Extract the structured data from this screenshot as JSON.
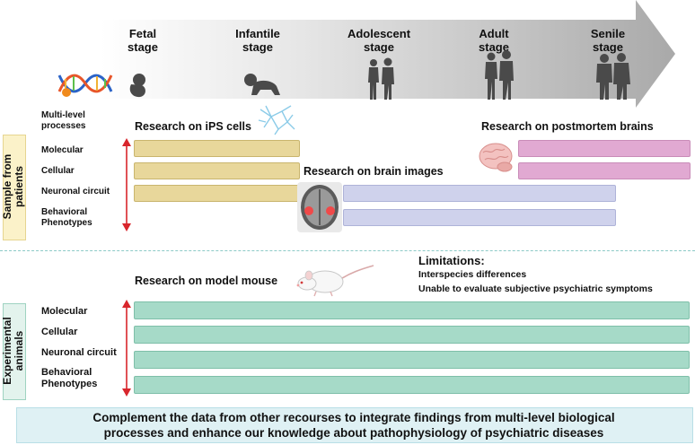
{
  "timeline": {
    "stages": [
      {
        "line1": "Fetal",
        "line2": "stage"
      },
      {
        "line1": "Infantile",
        "line2": "stage"
      },
      {
        "line1": "Adolescent",
        "line2": "stage"
      },
      {
        "line1": "Adult",
        "line2": "stage"
      },
      {
        "line1": "Senile",
        "line2": "stage"
      }
    ]
  },
  "patients": {
    "side_label_1": "Sample from",
    "side_label_2": "patients",
    "processes_header_1": "Multi-level",
    "processes_header_2": "processes",
    "levels": [
      "Molecular",
      "Cellular",
      "Neuronal circuit",
      "Behavioral",
      "Phenotypes"
    ],
    "ips_title": "Research on iPS cells",
    "postmortem_title": "Research on postmortem brains",
    "brain_images_title": "Research on brain images"
  },
  "animals": {
    "side_label_1": "Experimental",
    "side_label_2": "animals",
    "mouse_title": "Research on model mouse",
    "limitations_title": "Limitations:",
    "limitation_1": "Interspecies differences",
    "limitation_2": "Unable to evaluate subjective psychiatric symptoms",
    "levels": [
      "Molecular",
      "Cellular",
      "Neuronal circuit",
      "Behavioral",
      "Phenotypes"
    ]
  },
  "conclusion": {
    "line1": "Complement the data from other recourses to integrate findings from multi-level biological",
    "line2": "processes and enhance our knowledge about pathophysiology of psychiatric diseases"
  },
  "colors": {
    "ips": "#e8d79b",
    "postmortem": "#e1a9d2",
    "brain_images": "#cfd2ec",
    "mouse": "#a6dac8",
    "arrow": "#d8262c",
    "conclusion_bg": "#dff1f4"
  }
}
